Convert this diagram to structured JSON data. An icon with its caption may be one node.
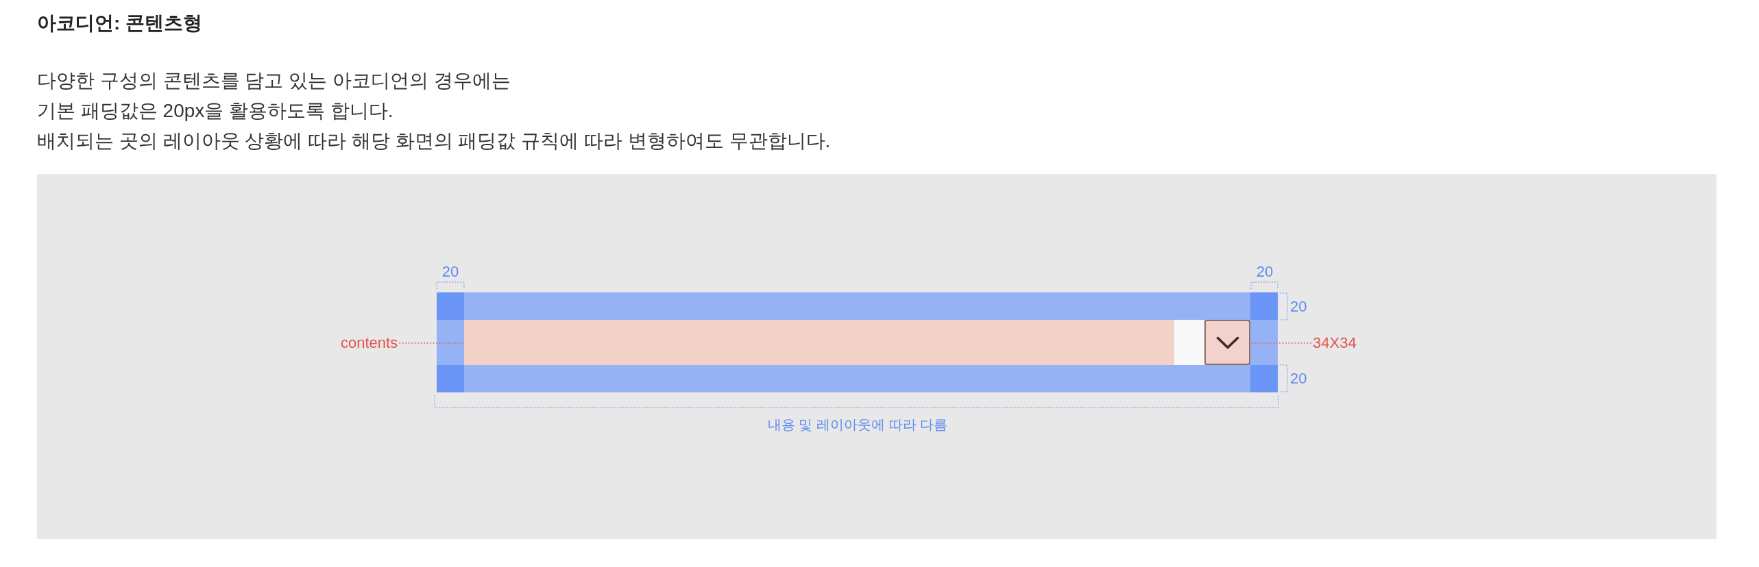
{
  "diagram": {
    "title": "아코디언: 콘텐츠형",
    "nodes": [
      {
        "text": [],
        "shape": "box"
      },
      {
        "text": [
          "contents"
        ]
      },
      {
        "text": [],
        "shape": "box",
        "in": 0
      },
      {
        "text": [],
        "shape": "box",
        "in": 0
      },
      {
        "text": [],
        "shape": "box",
        "in": 0
      },
      {
        "text": [
          "34X34"
        ]
      }
    ],
    "edges": [
      {
        "from": 1,
        "to": 2,
        "arrow": "none",
        "style": "dashed"
      },
      {
        "from": 5,
        "to": 4,
        "arrow": "none",
        "style": "dashed"
      }
    ],
    "labels": [
      "다양한 구성의 콘텐츠를 담고 있는 아코디언의 경우에는",
      "기본 패딩값은 20px을 활용하도록 합니다.",
      "배치되는 곳의 레이아웃 상황에 따라 해당 화면의 패딩값 규칙에 따라 변형하여도 무관합니다.",
      "20",
      "20",
      "20",
      "20",
      "내용 및 레이아웃에 따라 다름"
    ]
  }
}
